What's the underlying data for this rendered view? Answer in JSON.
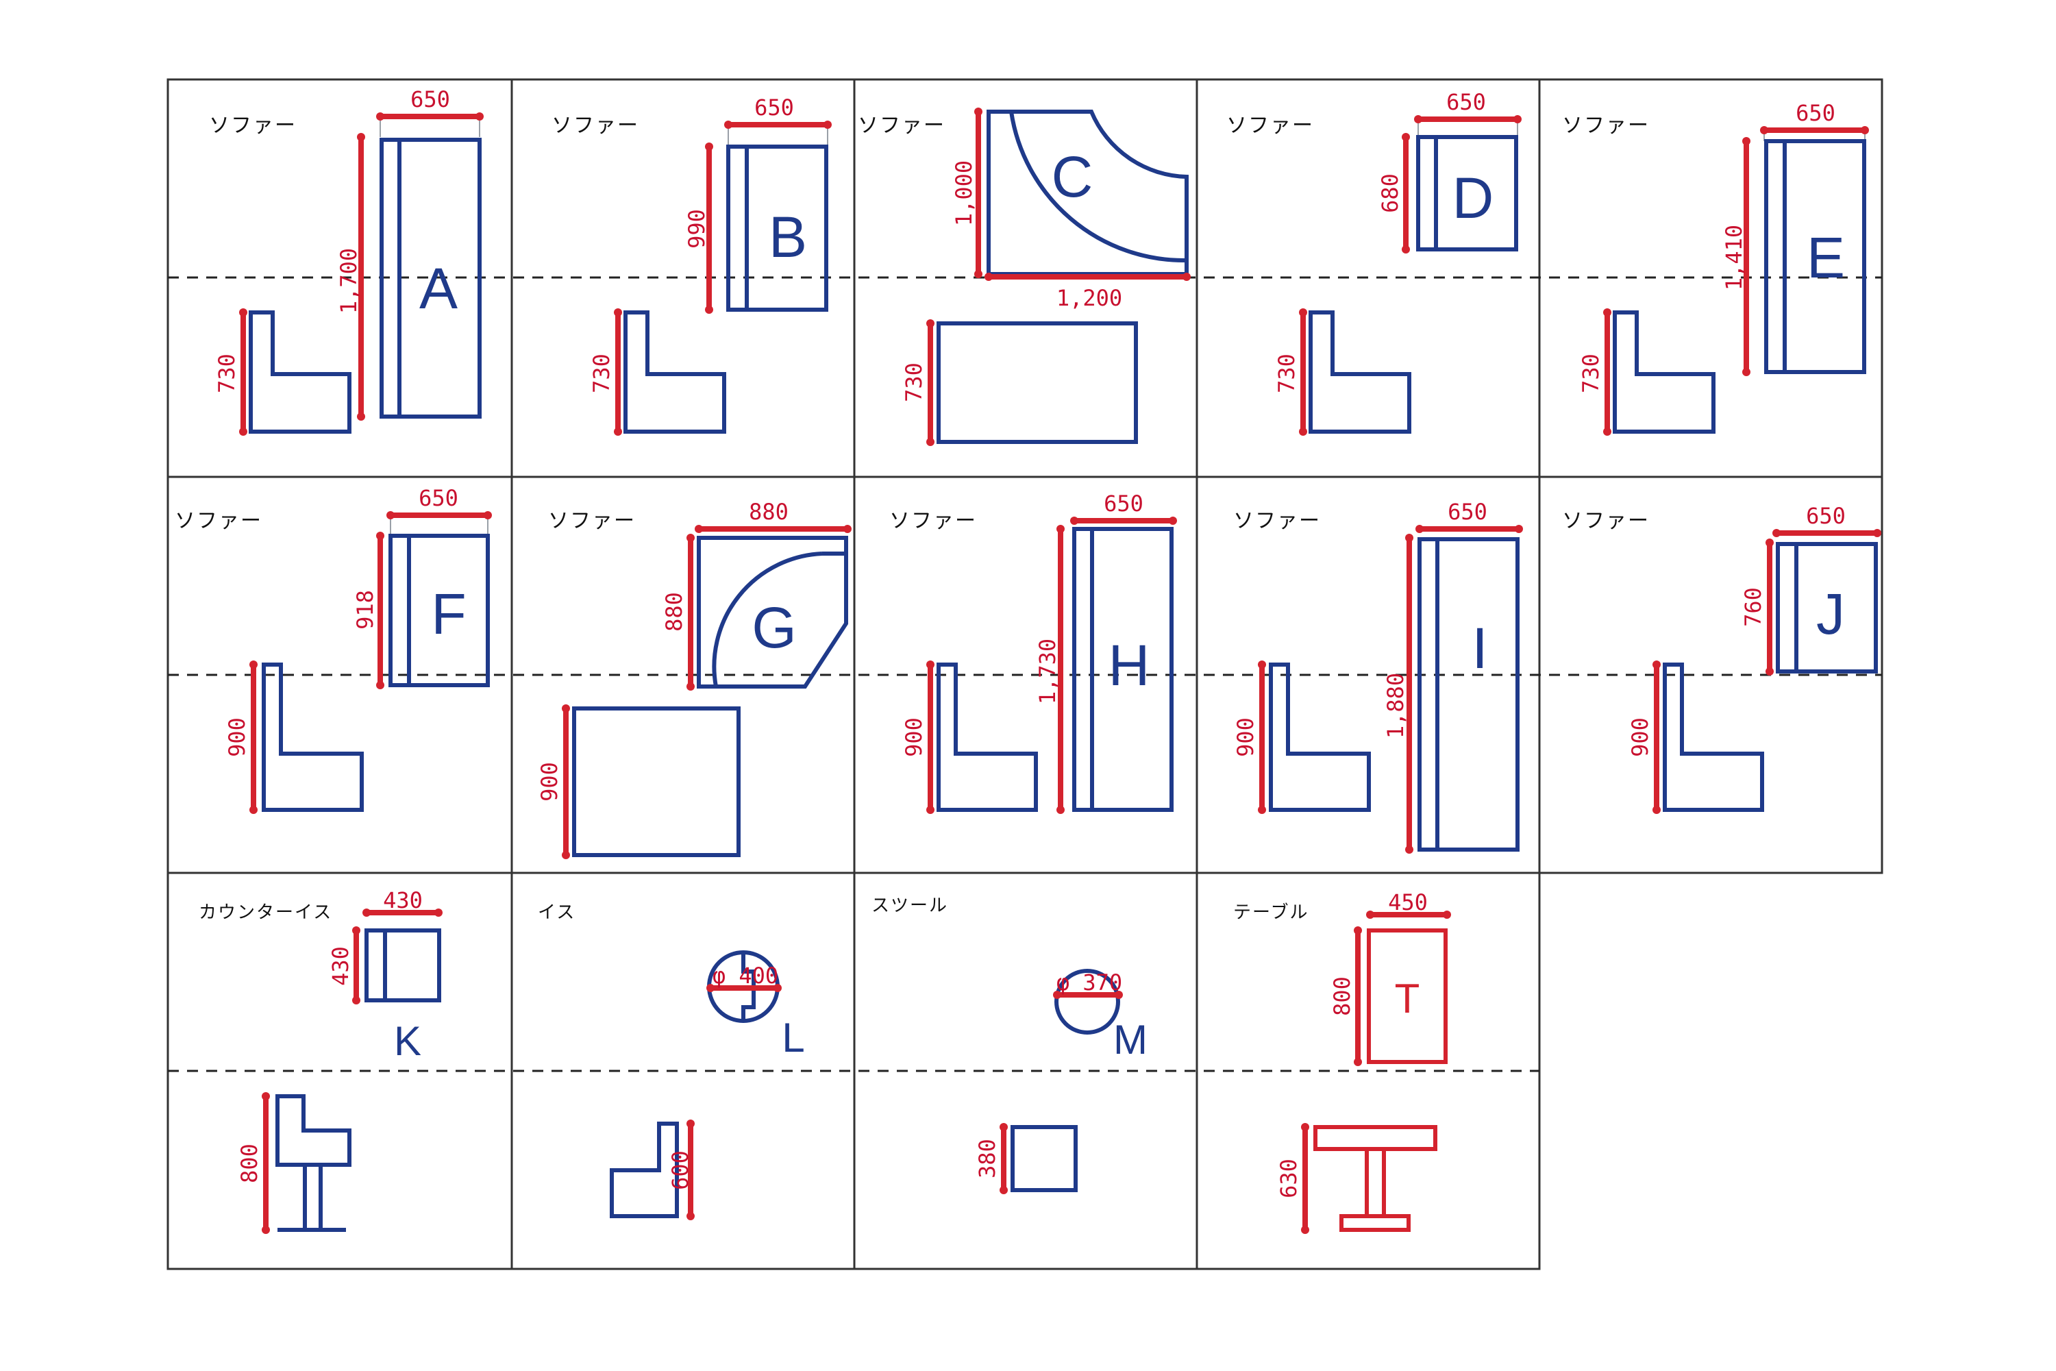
{
  "colors": {
    "shape": "#1f3a8a",
    "dimension": "#d4232e",
    "grid": "#333333"
  },
  "categories": {
    "sofa": "ソファー",
    "counter_chair": "カウンターイス",
    "chair": "イス",
    "stool": "スツール",
    "table": "テーブル"
  },
  "items": [
    {
      "id": "A",
      "category": "ソファー",
      "plan_width": "650",
      "plan_depth": "1,700",
      "elevation_height": "730"
    },
    {
      "id": "B",
      "category": "ソファー",
      "plan_width": "650",
      "plan_depth": "990",
      "elevation_height": "730"
    },
    {
      "id": "C",
      "category": "ソファー",
      "plan_width": "1,200",
      "plan_depth": "1,000",
      "elevation_height": "730"
    },
    {
      "id": "D",
      "category": "ソファー",
      "plan_width": "650",
      "plan_depth": "680",
      "elevation_height": "730"
    },
    {
      "id": "E",
      "category": "ソファー",
      "plan_width": "650",
      "plan_depth": "1,410",
      "elevation_height": "730"
    },
    {
      "id": "F",
      "category": "ソファー",
      "plan_width": "650",
      "plan_depth": "918",
      "elevation_height": "900"
    },
    {
      "id": "G",
      "category": "ソファー",
      "plan_width": "880",
      "plan_depth": "880",
      "elevation_height": "900"
    },
    {
      "id": "H",
      "category": "ソファー",
      "plan_width": "650",
      "plan_depth": "1,730",
      "elevation_height": "900"
    },
    {
      "id": "I",
      "category": "ソファー",
      "plan_width": "650",
      "plan_depth": "1,880",
      "elevation_height": "900"
    },
    {
      "id": "J",
      "category": "ソファー",
      "plan_width": "650",
      "plan_depth": "760",
      "elevation_height": "900"
    },
    {
      "id": "K",
      "category": "カウンターイス",
      "plan_width": "430",
      "plan_depth": "430",
      "elevation_height": "800"
    },
    {
      "id": "L",
      "category": "イス",
      "plan_diameter": "φ 400",
      "elevation_height": "600"
    },
    {
      "id": "M",
      "category": "スツール",
      "plan_diameter": "φ 370",
      "elevation_height": "380"
    },
    {
      "id": "T",
      "category": "テーブル",
      "plan_width": "450",
      "plan_depth": "800",
      "elevation_height": "630"
    }
  ]
}
